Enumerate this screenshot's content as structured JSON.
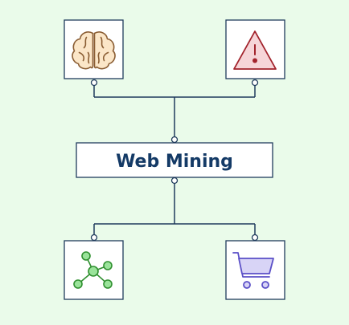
{
  "diagram": {
    "center": {
      "label": "Web Mining"
    },
    "nodes": [
      {
        "id": "top-left",
        "icon": "brain-icon"
      },
      {
        "id": "top-right",
        "icon": "warning-icon"
      },
      {
        "id": "bottom-left",
        "icon": "network-graph-icon"
      },
      {
        "id": "bottom-right",
        "icon": "shopping-cart-icon"
      }
    ]
  },
  "colors": {
    "background": "#eafbea",
    "line": "#1f3b5c",
    "title_text": "#143a66",
    "brain_fill": "#fbe6c8",
    "brain_stroke": "#8b5e34",
    "warning_fill": "#f6d5d8",
    "warning_stroke": "#a2222b",
    "network_fill": "#9ae39a",
    "network_stroke": "#2f8f2f",
    "cart_fill": "#d8d4f6",
    "cart_stroke": "#5a4fc7"
  }
}
